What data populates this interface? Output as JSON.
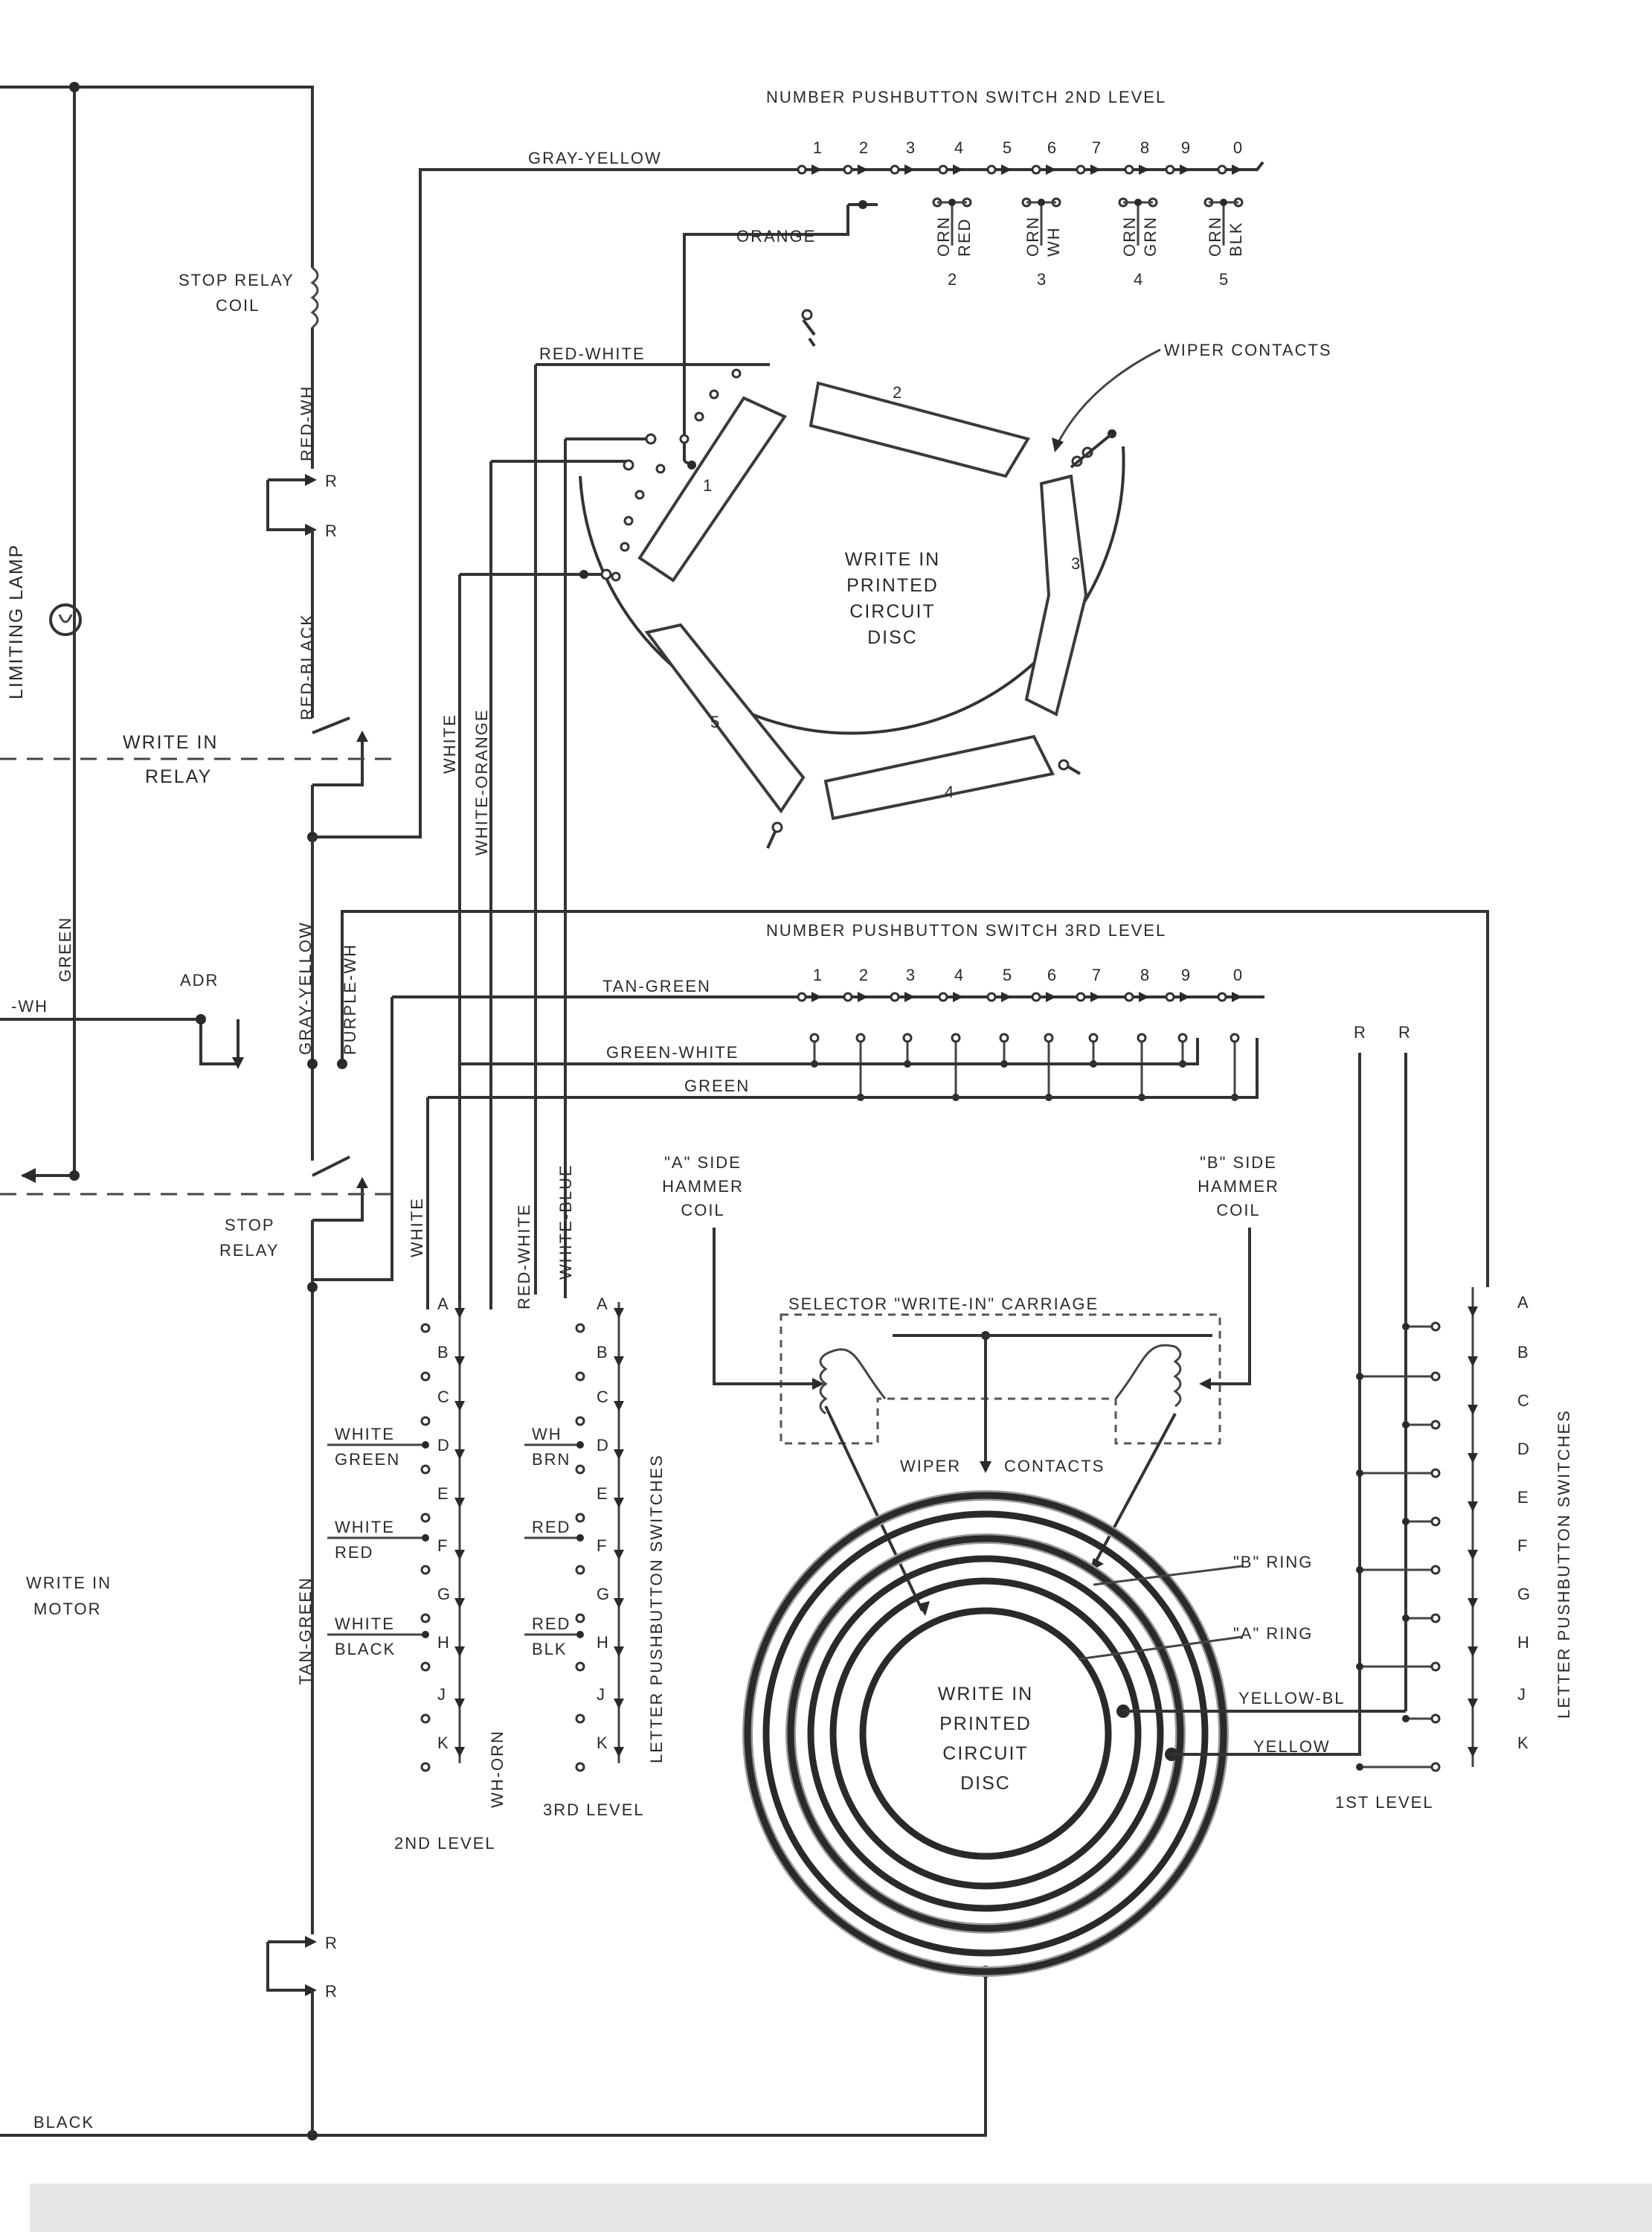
{
  "titles": {
    "pushbutton_2nd": "NUMBER PUSHBUTTON SWITCH 2ND LEVEL",
    "pushbutton_3rd": "NUMBER PUSHBUTTON SWITCH 3RD LEVEL",
    "letter_switches_left": "LETTER PUSHBUTTON SWITCHES",
    "letter_switches_right": "LETTER PUSHBUTTON SWITCHES"
  },
  "number_keys": [
    "1",
    "2",
    "3",
    "4",
    "5",
    "6",
    "7",
    "8",
    "9",
    "0"
  ],
  "orange_groups": [
    {
      "top": "ORN",
      "bottom": "RED",
      "num": "2"
    },
    {
      "top": "ORN",
      "bottom": "WH",
      "num": "3"
    },
    {
      "top": "ORN",
      "bottom": "GRN",
      "num": "4"
    },
    {
      "top": "ORN",
      "bottom": "BLK",
      "num": "5"
    }
  ],
  "letter_keys": [
    "A",
    "B",
    "C",
    "D",
    "E",
    "F",
    "G",
    "H",
    "J",
    "K"
  ],
  "wires": {
    "gray_yellow_top": "GRAY-YELLOW",
    "orange": "ORANGE",
    "red_white_top": "RED-WHITE",
    "red_wh": "RED-WH",
    "red_black": "RED-BLACK",
    "white": "WHITE",
    "white_orange": "WHITE-ORANGE",
    "green": "GREEN",
    "gray_yellow": "GRAY-YELLOW",
    "purple_wh": "PURPLE-WH",
    "tan_green_top": "TAN-GREEN",
    "green_white": "GREEN-WHITE",
    "green_lower": "GREEN",
    "white_lower": "WHITE",
    "red_white_lower": "RED-WHITE",
    "white_blue": "WHITE-BLUE",
    "tan_green_left": "TAN-GREEN",
    "wh_orn": "WH-ORN",
    "black": "BLACK",
    "yellow_bl": "YELLOW-BL",
    "yellow": "YELLOW",
    "wh_left": "-WH"
  },
  "components": {
    "stop_relay_coil": [
      "STOP RELAY",
      "COIL"
    ],
    "limiting_lamp": "LIMITING LAMP",
    "write_in_relay": [
      "WRITE IN",
      "RELAY"
    ],
    "adr": "ADR",
    "stop_relay": [
      "STOP",
      "RELAY"
    ],
    "write_in_motor": [
      "WRITE IN",
      "MOTOR"
    ],
    "wiper_contacts_top": "WIPER CONTACTS",
    "disc_top": [
      "WRITE IN",
      "PRINTED",
      "CIRCUIT",
      "DISC"
    ],
    "disc_bottom": [
      "WRITE IN",
      "PRINTED",
      "CIRCUIT",
      "DISC"
    ],
    "a_side": [
      "\"A\" SIDE",
      "HAMMER",
      "COIL"
    ],
    "b_side": [
      "\"B\" SIDE",
      "HAMMER",
      "COIL"
    ],
    "carriage": "SELECTOR \"WRITE-IN\" CARRIAGE",
    "wiper_bottom": [
      "WIPER",
      "CONTACTS"
    ],
    "b_ring": "\"B\" RING",
    "a_ring": "\"A\" RING",
    "level_2": "2ND LEVEL",
    "level_3": "3RD LEVEL",
    "level_1": "1ST LEVEL",
    "r": "R"
  },
  "segments": [
    "1",
    "2",
    "3",
    "4",
    "5"
  ],
  "side_pairs_2nd": [
    {
      "top": "WHITE",
      "bottom": "GREEN"
    },
    {
      "top": "WHITE",
      "bottom": "RED"
    },
    {
      "top": "WHITE",
      "bottom": "BLACK"
    }
  ],
  "side_pairs_3rd": [
    {
      "top": "WH",
      "bottom": "BRN"
    },
    {
      "top": "RED",
      "bottom": ""
    },
    {
      "top": "RED",
      "bottom": "BLK"
    }
  ]
}
